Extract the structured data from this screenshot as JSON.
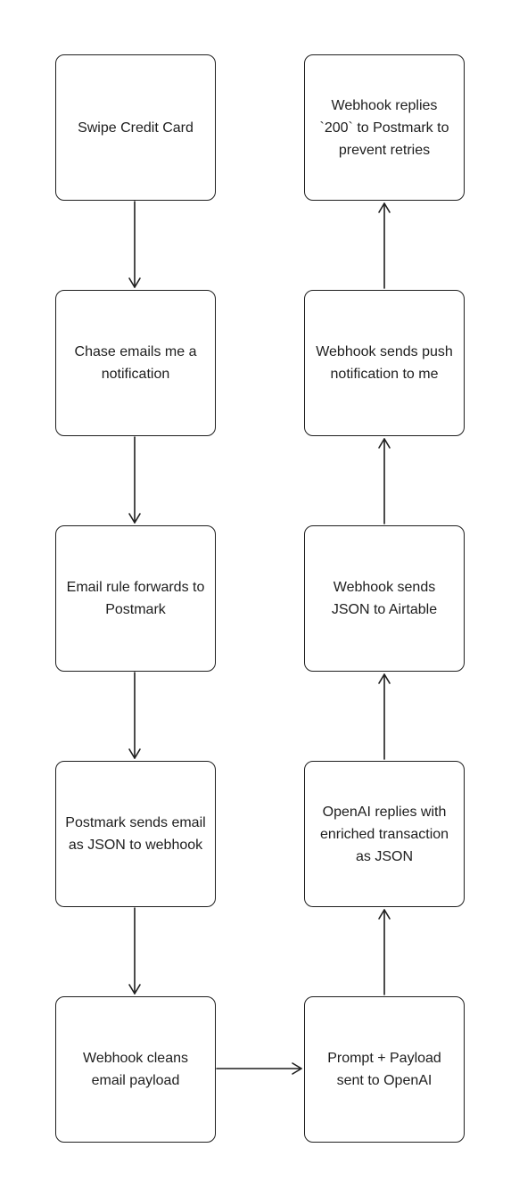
{
  "diagram": {
    "steps": [
      {
        "id": "swipe",
        "text": "Swipe Credit Card"
      },
      {
        "id": "chase",
        "text": "Chase emails me a notification"
      },
      {
        "id": "email-rule",
        "text": "Email rule forwards to Postmark"
      },
      {
        "id": "postmark",
        "text": "Postmark sends email as JSON to webhook"
      },
      {
        "id": "clean",
        "text": "Webhook cleans email payload"
      },
      {
        "id": "prompt",
        "text": "Prompt + Payload sent to OpenAI"
      },
      {
        "id": "openai",
        "text": "OpenAI replies with enriched transaction as JSON"
      },
      {
        "id": "airtable",
        "text": "Webhook sends JSON to Airtable"
      },
      {
        "id": "push",
        "text": "Webhook sends push notification to me"
      },
      {
        "id": "reply",
        "text": "Webhook replies `200` to Postmark to prevent retries"
      }
    ],
    "connections": [
      {
        "from": "swipe",
        "to": "chase"
      },
      {
        "from": "chase",
        "to": "email-rule"
      },
      {
        "from": "email-rule",
        "to": "postmark"
      },
      {
        "from": "postmark",
        "to": "clean"
      },
      {
        "from": "clean",
        "to": "prompt"
      },
      {
        "from": "prompt",
        "to": "openai"
      },
      {
        "from": "openai",
        "to": "airtable"
      },
      {
        "from": "airtable",
        "to": "push"
      },
      {
        "from": "push",
        "to": "reply"
      }
    ]
  }
}
